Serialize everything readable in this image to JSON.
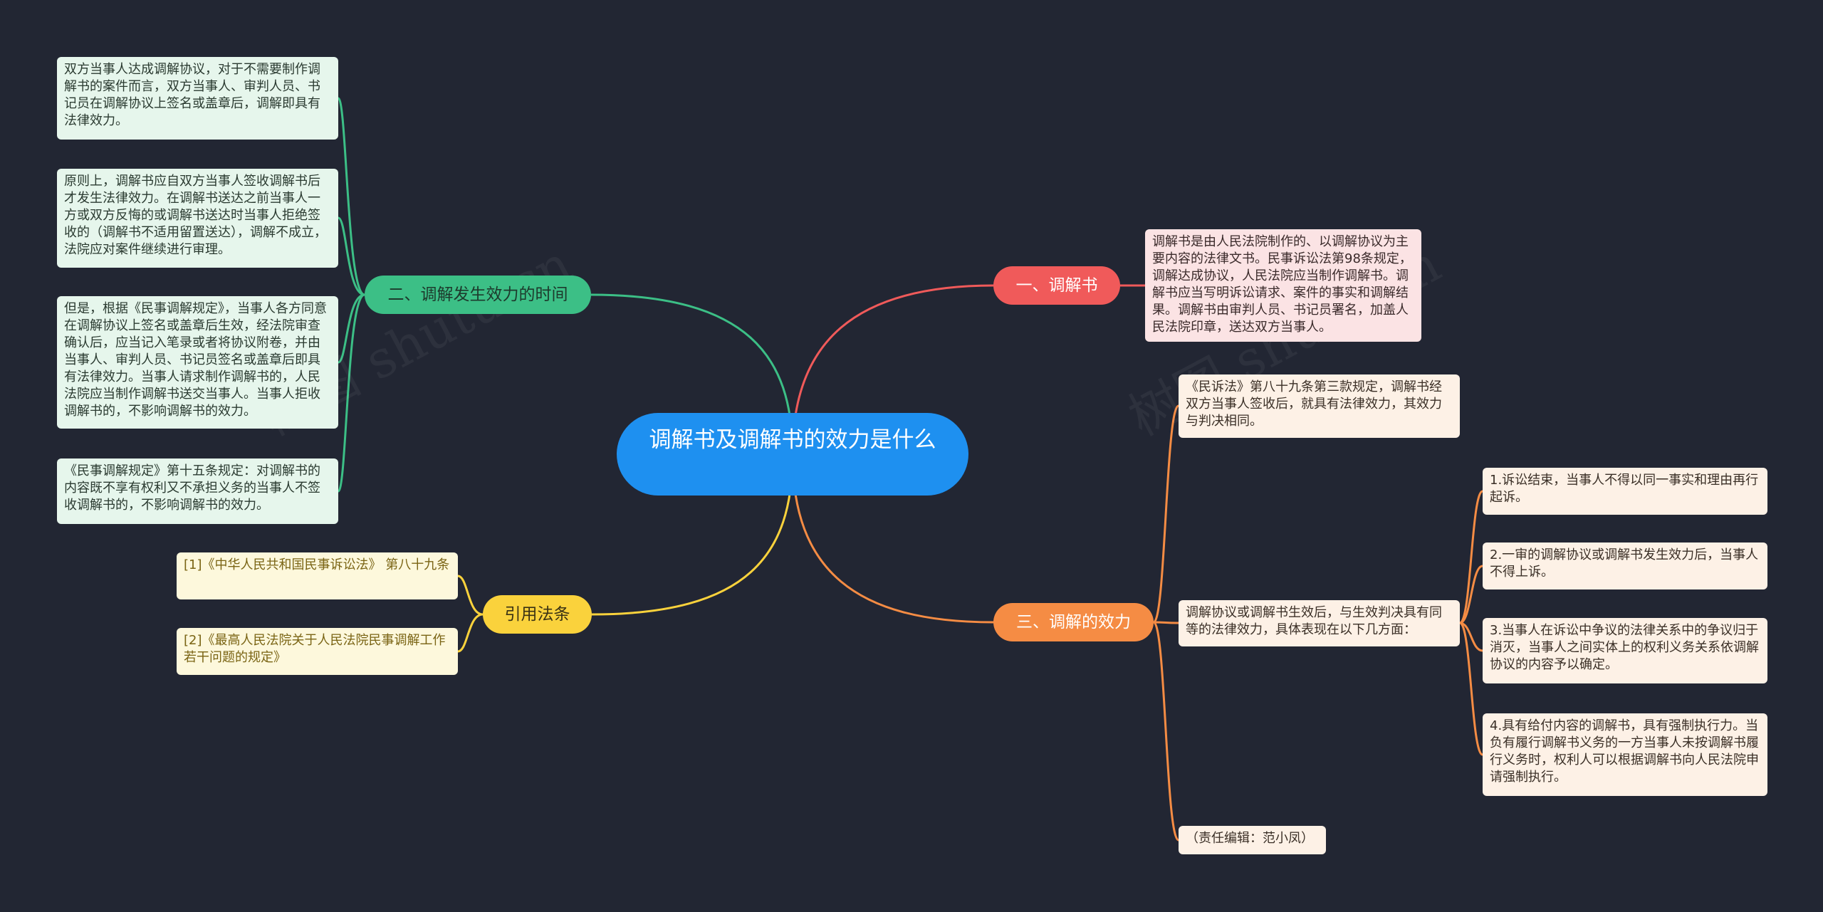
{
  "root": {
    "title": "调解书及调解书的效力是什么"
  },
  "branches": {
    "b1": {
      "label": "一、调解书",
      "color": "#f05a5a"
    },
    "b2": {
      "label": "二、调解发生效力的时间",
      "color": "#3cbf86"
    },
    "b3": {
      "label": "三、调解的效力",
      "color": "#f58c44"
    },
    "b4": {
      "label": "引用法条",
      "color": "#fad23c"
    }
  },
  "leaves": {
    "r1": "调解书是由人民法院制作的、以调解协议为主要内容的法律文书。民事诉讼法第98条规定，调解达成协议，人民法院应当制作调解书。调解书应当写明诉讼请求、案件的事实和调解结果。调解书由审判人员、书记员署名，加盖人民法院印章，送达双方当事人。",
    "g1": "双方当事人达成调解协议，对于不需要制作调解书的案件而言，双方当事人、审判人员、书记员在调解协议上签名或盖章后，调解即具有法律效力。",
    "g2": "原则上，调解书应自双方当事人签收调解书后才发生法律效力。在调解书送达之前当事人一方或双方反悔的或调解书送达时当事人拒绝签收的（调解书不适用留置送达），调解不成立，法院应对案件继续进行审理。",
    "g3": "但是，根据《民事调解规定》，当事人各方同意在调解协议上签名或盖章后生效，经法院审查确认后，应当记入笔录或者将协议附卷，并由当事人、审判人员、书记员签名或盖章后即具有法律效力。当事人请求制作调解书的，人民法院应当制作调解书送交当事人。当事人拒收调解书的，不影响调解书的效力。",
    "g4": "《民事调解规定》第十五条规定：对调解书的内容既不享有权利又不承担义务的当事人不签收调解书的，不影响调解书的效力。",
    "o1": "《民诉法》第八十九条第三款规定，调解书经双方当事人签收后，就具有法律效力，其效力与判决相同。",
    "o2": "调解协议或调解书生效后，与生效判决具有同等的法律效力，具体表现在以下几方面：",
    "o2_1": "1.诉讼结束，当事人不得以同一事实和理由再行起诉。",
    "o2_2": "2.一审的调解协议或调解书发生效力后，当事人不得上诉。",
    "o2_3": "3.当事人在诉讼中争议的法律关系中的争议归于消灭，当事人之间实体上的权利义务关系依调解协议的内容予以确定。",
    "o2_4": "4.具有给付内容的调解书，具有强制执行力。当负有履行调解书义务的一方当事人未按调解书履行义务时，权利人可以根据调解书向人民法院申请强制执行。",
    "o3": "（责任编辑：范小凤）",
    "y1": "[1]《中华人民共和国民事诉讼法》 第八十九条",
    "y2": "[2]《最高人民法院关于人民法院民事调解工作若干问题的规定》"
  },
  "watermark": "树图 shutu.cn"
}
